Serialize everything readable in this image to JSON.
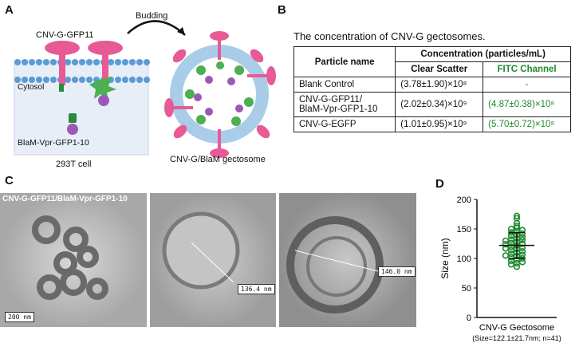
{
  "panels": {
    "a": {
      "label": "A",
      "budding": "Budding",
      "construct": "CNV-G-GFP11",
      "cytosol": "Cytosol",
      "blam": "BlaM-Vpr-GFP1-10",
      "cell": "293T cell",
      "gectosome": "CNV-G/BlaM gectosome"
    },
    "b": {
      "label": "B",
      "title": "The concentration of CNV-G gectosomes.",
      "header_particle": "Particle name",
      "header_conc": "Concentration (particles/mL)",
      "col1": "Clear Scatter",
      "col2": "FITC Channel",
      "rows": [
        {
          "name": "Blank Control",
          "clear": "(3.78±1.90)×10⁸",
          "fitc": "-"
        },
        {
          "name": "CNV-G-GFP11/\nBlaM-Vpr-GFP1-10",
          "clear": "(2.02±0.34)×10⁹",
          "fitc": "(4.87±0.38)×10⁸"
        },
        {
          "name": "CNV-G-EGFP",
          "clear": "(1.01±0.95)×10⁹",
          "fitc": "(5.70±0.72)×10⁸"
        }
      ]
    },
    "c": {
      "label": "C",
      "caption": "CNV-G-GFP11/BlaM-Vpr-GFP1-10",
      "scale1": "200 nm",
      "scale2": "136.4 nm",
      "scale3": "146.0 nm"
    },
    "d": {
      "label": "D"
    }
  },
  "chart_data": {
    "type": "scatter",
    "title": "",
    "xlabel": "CNV-G Gectosome",
    "xsublabel": "(Size=122.1±21.7nm; n=41)",
    "ylabel": "Size (nm)",
    "ylim": [
      0,
      200
    ],
    "yticks": [
      "0",
      "50",
      "100",
      "150",
      "200"
    ],
    "mean": 122.1,
    "sd": 21.7,
    "color": "#1f8a2e",
    "values": [
      172,
      168,
      160,
      155,
      152,
      150,
      148,
      146,
      144,
      142,
      140,
      138,
      136,
      134,
      132,
      131,
      130,
      128,
      126,
      125,
      124,
      122,
      120,
      118,
      117,
      116,
      114,
      112,
      110,
      108,
      106,
      105,
      104,
      102,
      100,
      98,
      96,
      94,
      92,
      90,
      86
    ]
  }
}
